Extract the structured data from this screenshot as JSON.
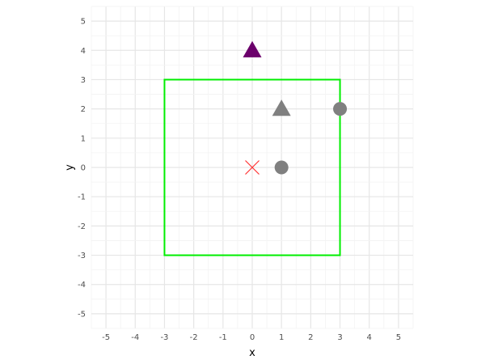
{
  "chart_data": {
    "type": "scatter",
    "title": "",
    "xlabel": "x",
    "ylabel": "y",
    "xlim": [
      -5.5,
      5.5
    ],
    "ylim": [
      -5.5,
      5.5
    ],
    "x_ticks": [
      -5,
      -4,
      -3,
      -2,
      -1,
      0,
      1,
      2,
      3,
      4,
      5
    ],
    "y_ticks": [
      -5,
      -4,
      -3,
      -2,
      -1,
      0,
      1,
      2,
      3,
      4,
      5
    ],
    "grid": true,
    "rectangle": {
      "xmin": -3,
      "xmax": 3,
      "ymin": -3,
      "ymax": 3,
      "color": "#00ee00"
    },
    "points": [
      {
        "x": 0,
        "y": 0,
        "shape": "cross",
        "color": "#ff3333"
      },
      {
        "x": 1,
        "y": 0,
        "shape": "circle",
        "color": "#808080"
      },
      {
        "x": 3,
        "y": 2,
        "shape": "circle",
        "color": "#808080"
      },
      {
        "x": 1,
        "y": 2,
        "shape": "triangle",
        "color": "#808080"
      },
      {
        "x": 0,
        "y": 4,
        "shape": "triangle",
        "color": "#6b006b"
      }
    ]
  }
}
